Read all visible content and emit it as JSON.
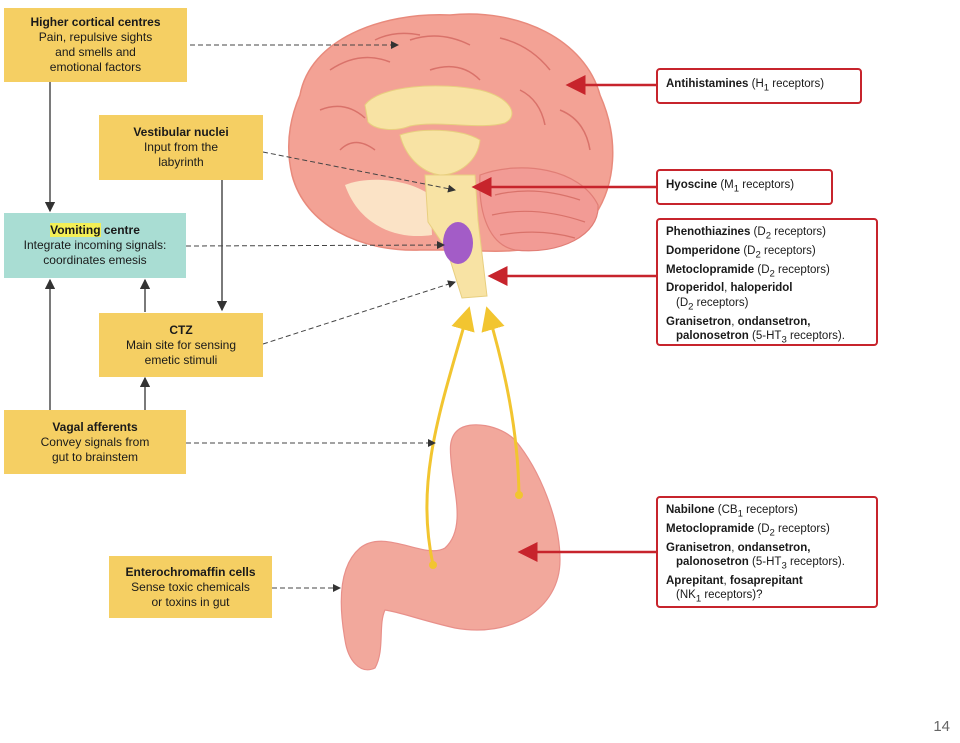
{
  "sources": {
    "higher": {
      "title": "Higher cortical centres",
      "lines": [
        "Pain, repulsive sights",
        "and smells and",
        "emotional factors"
      ]
    },
    "vestibular": {
      "title": "Vestibular nuclei",
      "lines": [
        "Input from the",
        "labyrinth"
      ]
    },
    "vomiting": {
      "title_hl": "Vomiting",
      "title_rest": " centre",
      "lines": [
        "Integrate incoming signals:",
        "coordinates emesis"
      ]
    },
    "ctz": {
      "title": "CTZ",
      "lines": [
        "Main site for sensing",
        "emetic stimuli"
      ]
    },
    "vagal": {
      "title": "Vagal afferents",
      "lines": [
        "Convey signals from",
        "gut to brainstem"
      ]
    },
    "entero": {
      "title": "Enterochromaffin cells",
      "lines": [
        "Sense toxic chemicals",
        "or toxins in gut"
      ]
    }
  },
  "drugs": {
    "antihistamines": {
      "name": "Antihistamines",
      "rest": " (H",
      "sub": "1",
      "end": " receptors)"
    },
    "hyoscine": {
      "name": "Hyoscine",
      "rest": " (M",
      "sub": "1",
      "end": " receptors)"
    },
    "ctz_drugs": {
      "phenothiazines": {
        "name": "Phenothiazines",
        "rest": " (D",
        "sub": "2",
        "end": " receptors)"
      },
      "domperidone": {
        "name": "Domperidone",
        "rest": " (D",
        "sub": "2",
        "end": " receptors)"
      },
      "metoclopramide": {
        "name": "Metoclopramide",
        "rest": " (D",
        "sub": "2",
        "end": " receptors)"
      },
      "droperidol": {
        "name": "Droperidol",
        "sep": ", ",
        "name2": "haloperidol"
      },
      "droperidol_rec": {
        "rest": "(D",
        "sub": "2",
        "end": " receptors)"
      },
      "granisetron": {
        "name": "Granisetron",
        "sep": ", ",
        "name2": "ondansetron,"
      },
      "palonosetron": {
        "name": "palonosetron",
        "rest": " (5-HT",
        "sub": "3",
        "end": " receptors)."
      }
    },
    "gut_drugs": {
      "nabilone": {
        "name": "Nabilone",
        "rest": " (CB",
        "sub": "1",
        "end": " receptors)"
      },
      "metoclopramide": {
        "name": "Metoclopramide",
        "rest": " (D",
        "sub": "2",
        "end": " receptors)"
      },
      "granisetron": {
        "name": "Granisetron",
        "sep": ", ",
        "name2": "ondansetron,"
      },
      "palonosetron": {
        "name": "palonosetron",
        "rest": " (5-HT",
        "sub": "3",
        "end": " receptors)."
      },
      "aprepitant": {
        "name": "Aprepitant",
        "sep": ", ",
        "name2": "fosaprepitant"
      },
      "aprepitant_rec": {
        "rest": "(NK",
        "sub": "1",
        "end": " receptors)?"
      }
    }
  },
  "page_number": "14",
  "colors": {
    "box_yellow": "#f5cf63",
    "box_teal": "#a9ddd3",
    "arrow_red": "#c7242c",
    "brain": "#f3a295",
    "pathway": "#f2c530"
  }
}
